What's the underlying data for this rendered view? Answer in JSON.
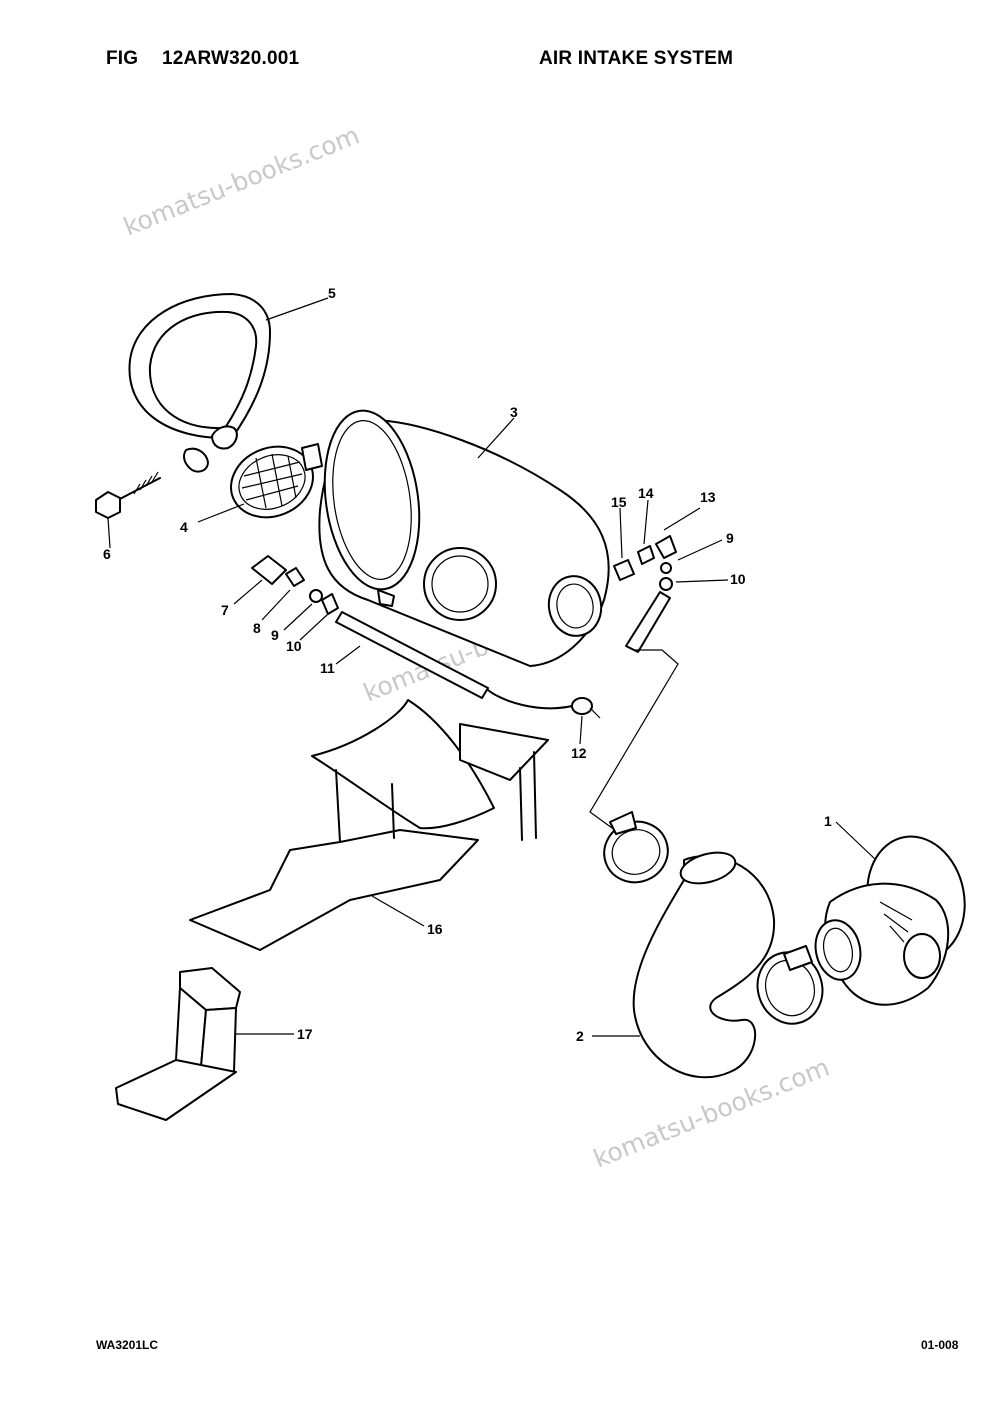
{
  "header": {
    "fig_label": "FIG",
    "fig_number": "12ARW320.001",
    "title": "AIR INTAKE SYSTEM"
  },
  "footer": {
    "doc_code": "WA3201LC",
    "page_number": "01-008"
  },
  "watermark": "komatsu-books.com",
  "callouts": {
    "c1": "1",
    "c2": "2",
    "c3": "3",
    "c4": "4",
    "c5": "5",
    "c6": "6",
    "c7": "7",
    "c8": "8",
    "c9a": "9",
    "c9b": "9",
    "c10a": "10",
    "c10b": "10",
    "c11": "11",
    "c12": "12",
    "c13": "13",
    "c14": "14",
    "c15": "15",
    "c16": "16",
    "c17": "17"
  }
}
